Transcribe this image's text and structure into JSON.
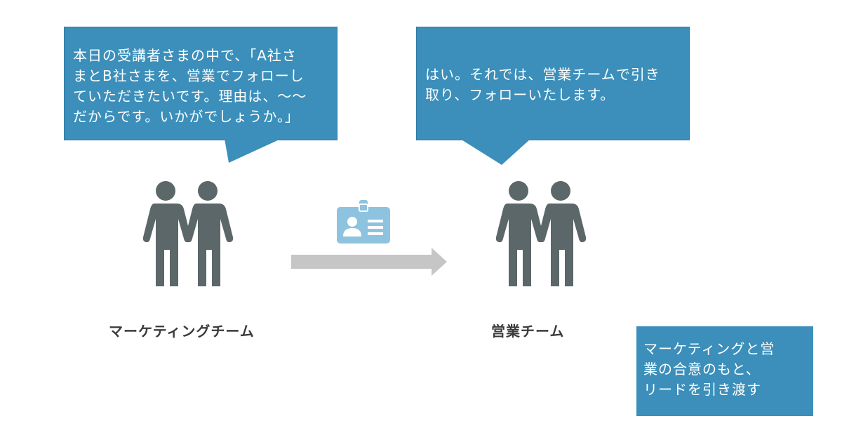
{
  "bubbles": {
    "marketing": {
      "lines": [
        "本日の受講者さまの中で、「A社さ",
        "まとB社さまを、営業でフォローし",
        "ていただきたいです。理由は、〜〜",
        "だからです。いかがでしょうか。」"
      ]
    },
    "sales": {
      "lines": [
        "はい。それでは、営業チームで引き",
        "取り、フォローいたします。"
      ]
    }
  },
  "teams": {
    "marketing_label": "マーケティングチーム",
    "sales_label": "営業チーム"
  },
  "note": {
    "lines": [
      "マーケティングと営",
      "業の合意のもと、",
      "リードを引き渡す"
    ]
  },
  "colors": {
    "bubble": "#3b8fba",
    "people": "#5b6768",
    "arrow": "#c6c6c6",
    "badge": "#8ec3e0"
  },
  "icons": {
    "people": "two-people-holding-hands-icon",
    "badge": "id-badge-icon",
    "arrow": "right-arrow-icon"
  }
}
